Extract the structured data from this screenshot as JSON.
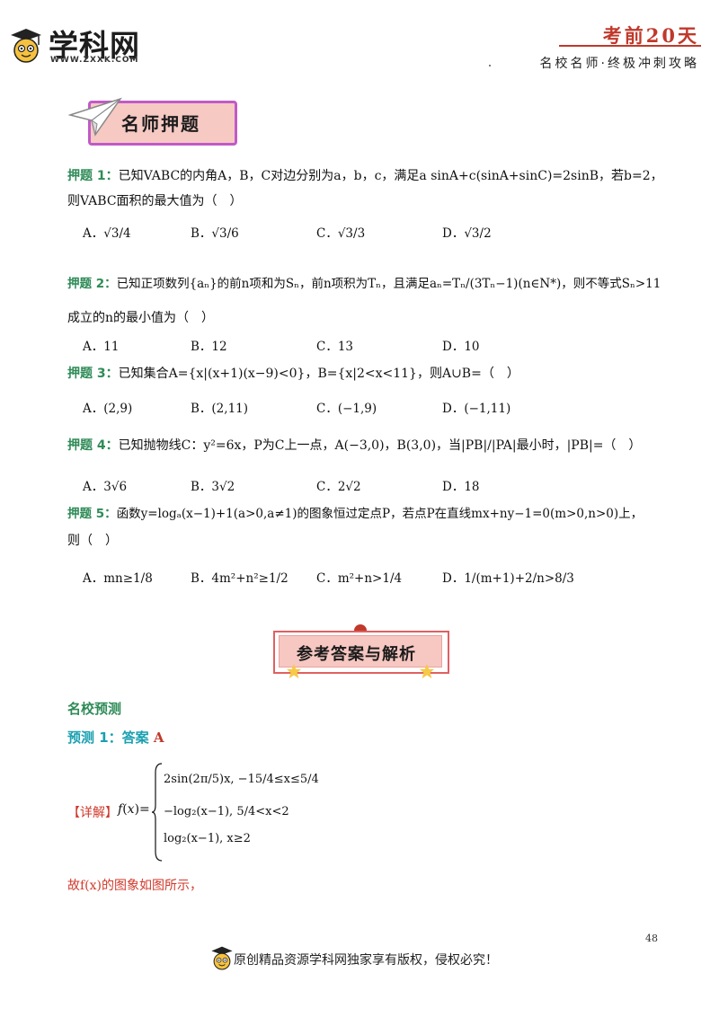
{
  "header": {
    "brand": "学科网",
    "url": "WWW.ZXXK.COM",
    "title": "考前20天",
    "subtitle": "名校名师·终极冲刺攻略"
  },
  "banner": {
    "label": "名师押题"
  },
  "questions": [
    {
      "label": "押题 1：",
      "text": "已知VABC的内角A，B，C对边分别为a，b，c，满足a sinA+c(sinA+sinC)=2sinB，若b=2，",
      "text2": "则VABC面积的最大值为（　）",
      "options": [
        "A．√3/4",
        "B．√3/6",
        "C．√3/3",
        "D．√3/2"
      ]
    },
    {
      "label": "押题 2：",
      "text": "已知正项数列{aₙ}的前n项和为Sₙ，前n项积为Tₙ，且满足aₙ=Tₙ/(3Tₙ−1)(n∈N*)，则不等式Sₙ>11",
      "text2": "成立的n的最小值为（　）",
      "options": [
        "A．11",
        "B．12",
        "C．13",
        "D．10"
      ]
    },
    {
      "label": "押题 3：",
      "text": "已知集合A={x|(x+1)(x−9)<0}，B={x|2<x<11}，则A∪B=（　）",
      "options": [
        "A．(2,9)",
        "B．(2,11)",
        "C．(−1,9)",
        "D．(−1,11)"
      ]
    },
    {
      "label": "押题 4：",
      "text": "已知抛物线C：y²=6x，P为C上一点，A(−3,0)，B(3,0)，当|PB|/|PA|最小时，|PB|=（　）",
      "options": [
        "A．3√6",
        "B．3√2",
        "C．2√2",
        "D．18"
      ]
    },
    {
      "label": "押题 5：",
      "text": "函数y=logₐ(x−1)+1(a>0,a≠1)的图象恒过定点P，若点P在直线mx+ny−1=0(m>0,n>0)上，",
      "text2": "则（　）",
      "options": [
        "A．mn≥1/8",
        "B．4m²+n²≥1/2",
        "C．m²+n>1/4",
        "D．1/(m+1)+2/n>8/3"
      ]
    }
  ],
  "answers": {
    "banner": "参考答案与解析",
    "section": "名校预测",
    "pred_label": "预测 1：答案 ",
    "pred_answer": "A",
    "detail_label": "【详解】",
    "piece1": "2sin(2π/5)x, −15/4≤x≤5/4",
    "piece2": "−log₂(x−1), 5/4<x<2",
    "piece3": "log₂(x−1), x≥2",
    "conclusion": "故f(x)的图象如图所示，"
  },
  "page_number": "48",
  "footer": "原创精品资源学科网独家享有版权，侵权必究！",
  "colors": {
    "accent_red": "#c0392b",
    "label_green": "#2e8b57",
    "title_teal": "#1aa0b0"
  }
}
